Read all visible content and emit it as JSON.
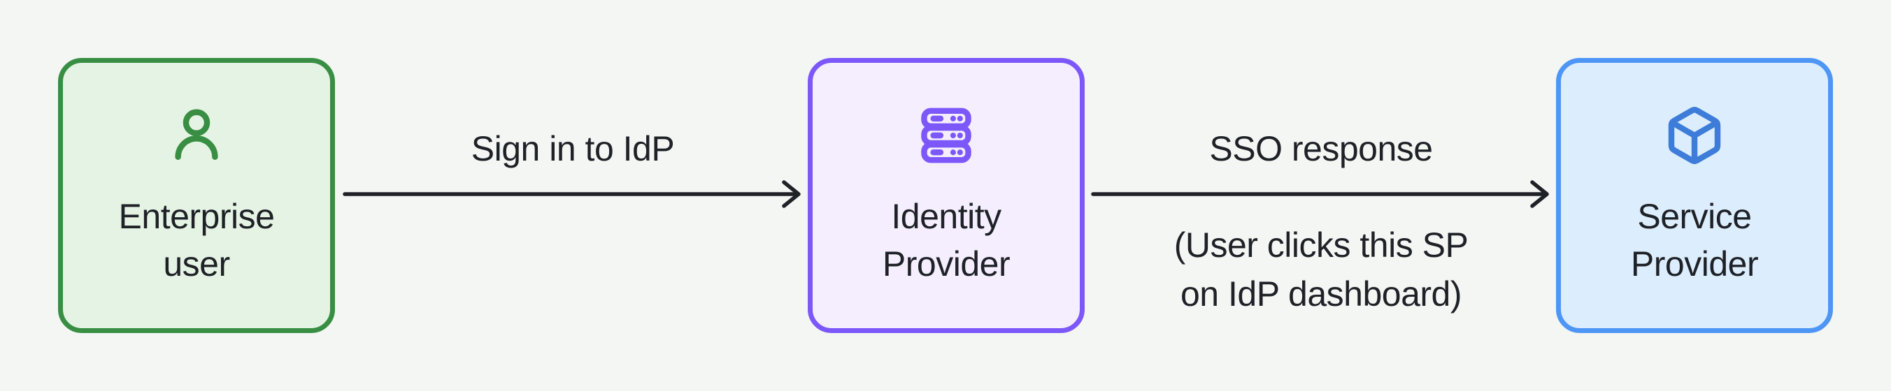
{
  "canvas": {
    "background": "#f4f6f4",
    "text_color": "#1e2126",
    "arrow_color": "#1e2126"
  },
  "nodes": [
    {
      "id": "enterprise-user",
      "label_lines": {
        "0": "Enterprise",
        "1": "user"
      },
      "icon": "user-icon",
      "fill": "#e5f3e5",
      "border": "#388e42",
      "icon_color": "#388e42"
    },
    {
      "id": "identity-provider",
      "label_lines": {
        "0": "Identity",
        "1": "Provider"
      },
      "icon": "server-icon",
      "fill": "#f4eefe",
      "border": "#7c57fa",
      "icon_color": "#7c57fa"
    },
    {
      "id": "service-provider",
      "label_lines": {
        "0": "Service",
        "1": "Provider"
      },
      "icon": "box-icon",
      "fill": "#dcedfd",
      "border": "#4e96f6",
      "icon_color": "#3d7cd8"
    }
  ],
  "arrows": [
    {
      "id": "user-to-idp",
      "label": "Sign in to IdP"
    },
    {
      "id": "idp-to-sp",
      "label": "SSO response",
      "sub_label_lines": {
        "0": "(User clicks this SP",
        "1": "on IdP dashboard)"
      }
    }
  ]
}
